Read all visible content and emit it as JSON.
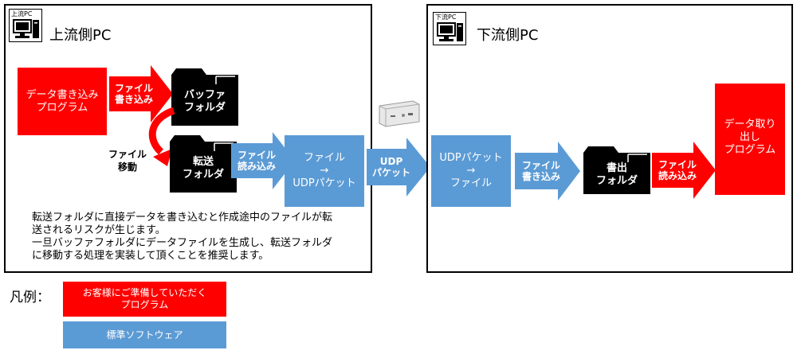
{
  "upstream": {
    "tag": "上流PC",
    "title": "上流側PC",
    "program_label": "データ書き込み\nプログラム",
    "write_arrow_label": "ファイル\n書き込み",
    "buffer_folder_label": "バッファ\nフォルダ",
    "move_label": "ファイル\n移動",
    "transfer_folder_label": "転送\nフォルダ",
    "read_arrow_label": "ファイル\n読み込み",
    "converter_label": "ファイル\n→\nUDPパケット",
    "note_lines": [
      "転送フォルダに直接データを書き込むと作成途中のファイルが転",
      "送されるリスクが生じます。",
      "一旦バッファフォルダにデータファイルを生成し、転送フォルダ",
      "に移動する処理を実装して頂くことを推奨します。"
    ]
  },
  "transfer": {
    "udp_arrow_label": "UDP\nパケット",
    "device_icon": "data-diode-device-icon"
  },
  "downstream": {
    "tag": "下流PC",
    "title": "下流側PC",
    "converter_label": "UDPパケット\n→\nファイル",
    "write_arrow_label": "ファイル\n書き込み",
    "output_folder_label": "書出\nフォルダ",
    "read_arrow_label": "ファイル\n読み込み",
    "program_label": "データ取り\n出し\nプログラム"
  },
  "legend": {
    "title": "凡例：",
    "customer_program": "お客様にご準備していただく\nプログラム",
    "standard_software": "標準ソフトウェア"
  },
  "colors": {
    "customer_program": "#ff0000",
    "standard_software": "#5b9bd5",
    "folder": "#000000"
  }
}
